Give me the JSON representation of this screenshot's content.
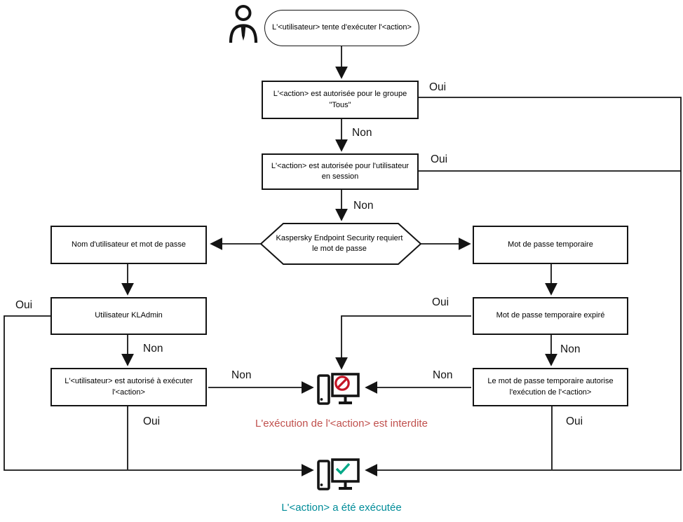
{
  "labels": {
    "yes": "Oui",
    "no": "Non"
  },
  "nodes": {
    "start": "L'<utilisateur> tente d'exécuter l'<action>",
    "group_check": "L'<action> est autorisée pour le groupe \"Tous\"",
    "session_check": "L'<action> est autorisée pour l'utilisateur en session",
    "password_prompt": "Kaspersky Endpoint Security requiert le mot de passe",
    "credentials": "Nom d'utilisateur et mot de passe",
    "temp_password": "Mot de passe temporaire",
    "kladmin": "Utilisateur KLAdmin",
    "temp_expired": "Mot de passe temporaire expiré",
    "user_authorized": "L'<utilisateur> est autorisé à exécuter l'<action>",
    "temp_authorizes": "Le mot de passe temporaire autorise l'exécution de l'<action>"
  },
  "outcomes": {
    "forbidden": "L'exécution de l'<action> est interdite",
    "executed": "L'<action> a été exécutée"
  },
  "colors": {
    "forbidden_text": "#c0504d",
    "executed_text": "#008c99",
    "prohibition_icon": "#c41425",
    "check_icon": "#00a887",
    "line": "#141414"
  }
}
